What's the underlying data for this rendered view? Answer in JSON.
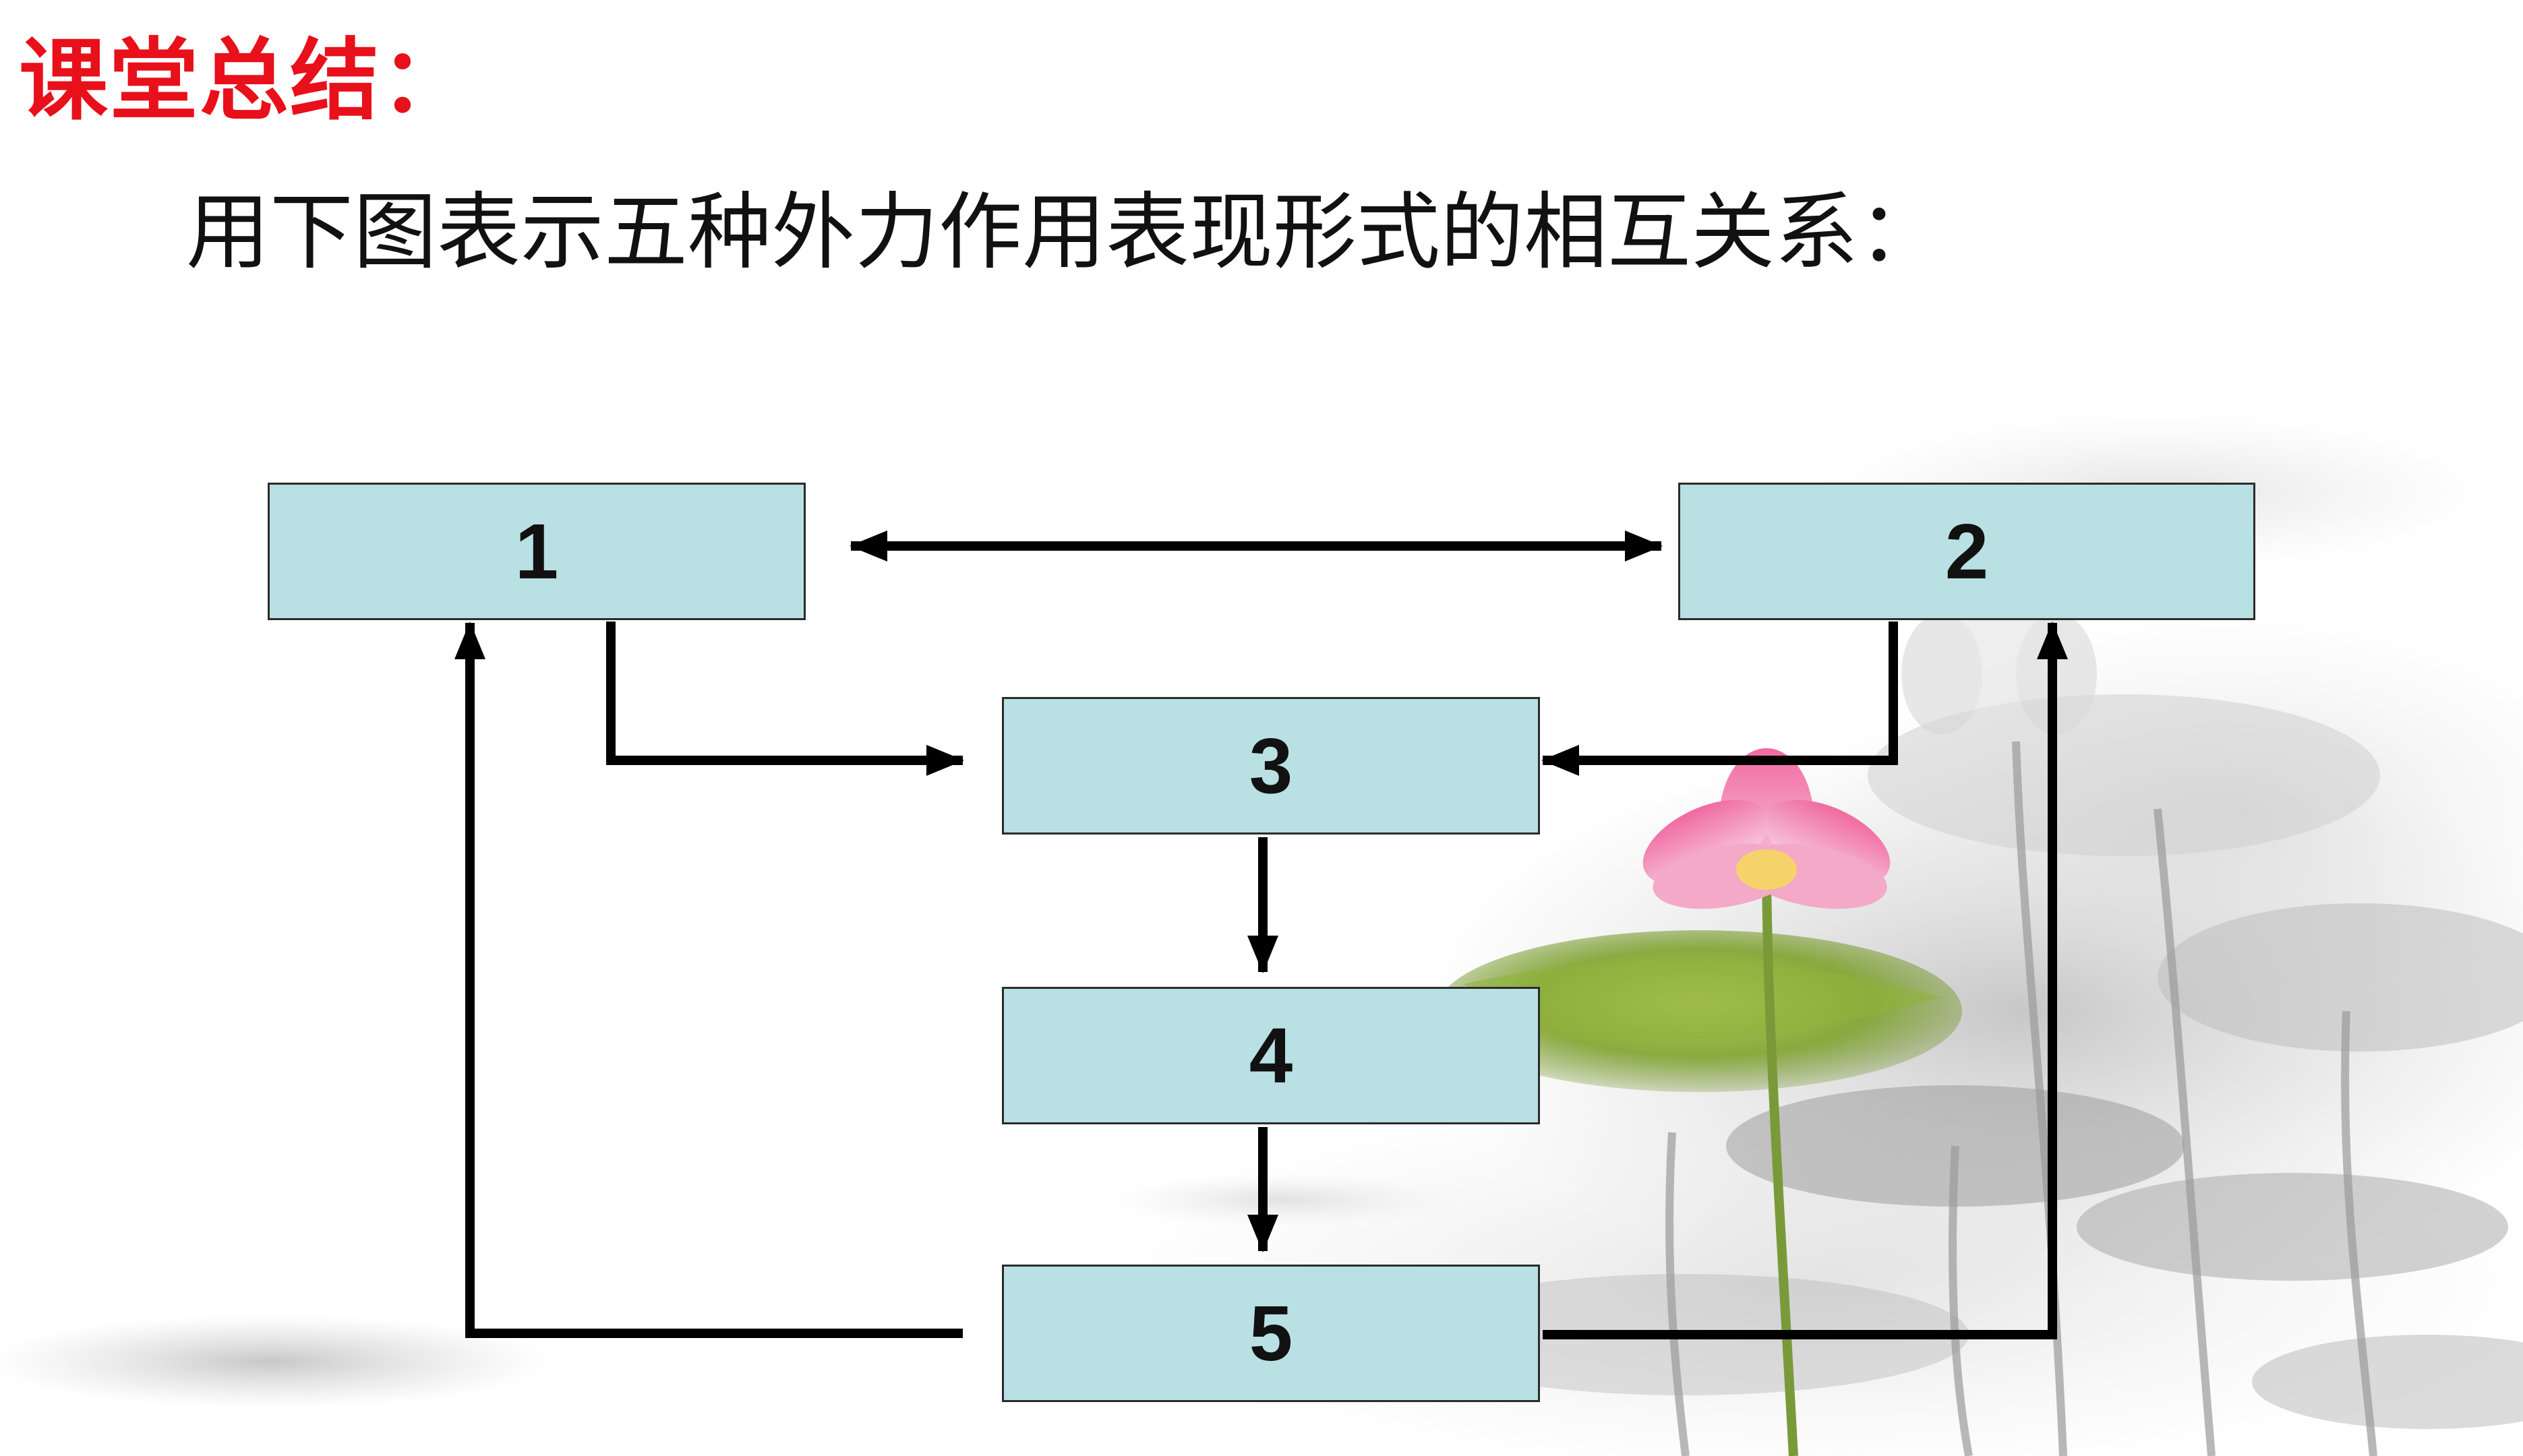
{
  "slide": {
    "title": "课堂总结：",
    "subtitle": "用下图表示五种外力作用表现形式的相互关系："
  },
  "diagram": {
    "nodes": [
      {
        "id": "1",
        "label": "1"
      },
      {
        "id": "2",
        "label": "2"
      },
      {
        "id": "3",
        "label": "3"
      },
      {
        "id": "4",
        "label": "4"
      },
      {
        "id": "5",
        "label": "5"
      }
    ],
    "edges": [
      {
        "from": "1",
        "to": "2",
        "bidirectional": true
      },
      {
        "from": "1",
        "to": "3"
      },
      {
        "from": "2",
        "to": "3"
      },
      {
        "from": "3",
        "to": "4"
      },
      {
        "from": "4",
        "to": "5"
      },
      {
        "from": "5",
        "to": "1"
      },
      {
        "from": "5",
        "to": "2"
      }
    ]
  },
  "colors": {
    "title": "#e8101a",
    "text": "#111111",
    "node_fill": "#b9e0e2",
    "arrow": "#000000"
  }
}
